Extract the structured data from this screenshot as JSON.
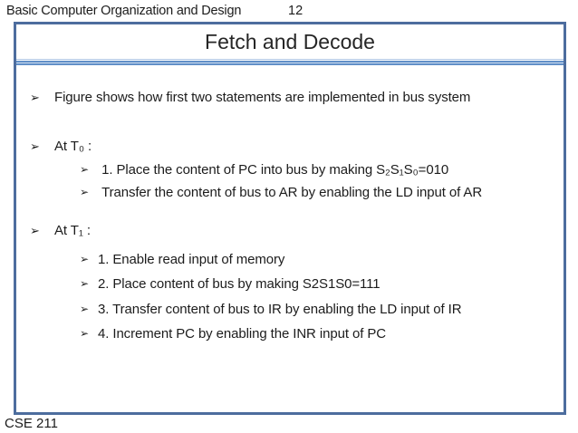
{
  "header": {
    "course_title": "Basic Computer Organization and Design",
    "page_number": "12"
  },
  "slide": {
    "title": "Fetch and Decode",
    "bullet_glyph": "➢",
    "items": [
      {
        "level": 1,
        "text": "Figure shows how first two statements are implemented in bus system"
      },
      {
        "level": 1,
        "text": "At T₀ :"
      },
      {
        "level": 2,
        "text": " 1. Place the content of PC into bus by making S₂S₁S₀=010"
      },
      {
        "level": 2,
        "text": " Transfer the content of bus to AR by enabling the LD input of AR"
      },
      {
        "level": 1,
        "text": "At T₁ :"
      },
      {
        "level": 2,
        "text": "1. Enable read input of memory"
      },
      {
        "level": 2,
        "text": "2. Place content of bus by making S2S1S0=111"
      },
      {
        "level": 2,
        "text": "3. Transfer content of bus to IR by enabling the LD input of IR"
      },
      {
        "level": 2,
        "text": "4. Increment PC by enabling the INR input of PC"
      }
    ]
  },
  "footer": {
    "course_code": "CSE 211"
  },
  "colors": {
    "slide_border": "#4d6d9e",
    "title_rule_blue": "#6290c8",
    "title_rule_light": "#b3c9e6",
    "body_text": "#1c1c1c"
  }
}
